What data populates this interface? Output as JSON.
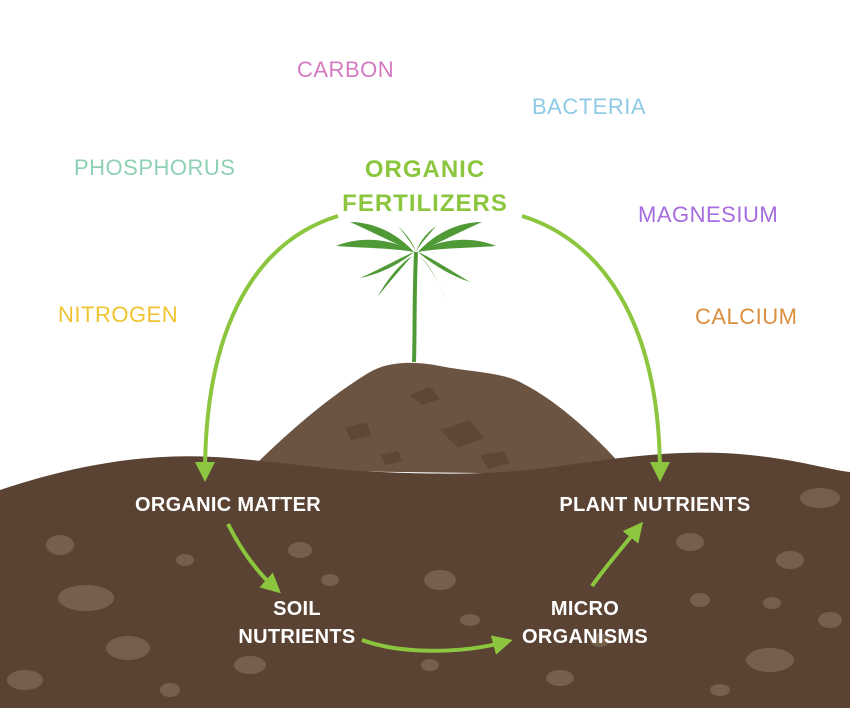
{
  "colors": {
    "arrow": "#8cc63f",
    "soil_dark": "#5a4333",
    "soil_mound": "#6c5443",
    "soil_stone": "#75604e",
    "leaf": "#4f9a37",
    "title": "#8cc63f",
    "carbon": "#d57ac0",
    "bacteria": "#8ecae6",
    "phosphorus": "#8fd0b4",
    "magnesium": "#a66ce0",
    "nitrogen": "#f0c330",
    "calcium": "#d98f3e"
  },
  "elements": {
    "carbon": "CARBON",
    "bacteria": "BACTERIA",
    "phosphorus": "PHOSPHORUS",
    "magnesium": "MAGNESIUM",
    "nitrogen": "NITROGEN",
    "calcium": "CALCIUM"
  },
  "title": {
    "line1": "ORGANIC",
    "line2": "FERTILIZERS"
  },
  "cycle": {
    "organic_matter": "ORGANIC MATTER",
    "soil_nutrients_line1": "SOIL",
    "soil_nutrients_line2": "NUTRIENTS",
    "micro_organisms_line1": "MICRO",
    "micro_organisms_line2": "ORGANISMS",
    "plant_nutrients": "PLANT NUTRIENTS"
  },
  "icons": [
    "cannabis-plant-icon",
    "soil-ground",
    "cycle-arrows"
  ]
}
